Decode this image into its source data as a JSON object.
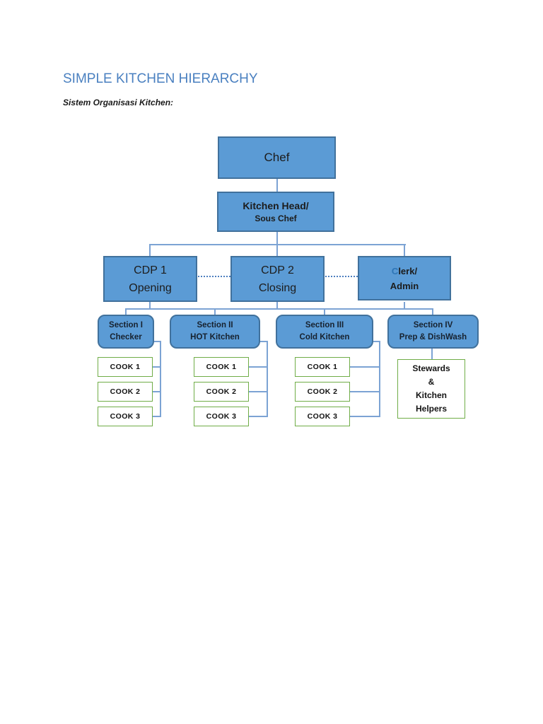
{
  "page": {
    "title": "SIMPLE KITCHEN HIERARCHY",
    "subtitle": "Sistem Organisasi Kitchen:"
  },
  "colors": {
    "node_fill": "#5b9bd5",
    "node_border": "#41719c",
    "cook_border": "#70ad47",
    "connector": "#7ca3d4",
    "title_text": "#4a80c0",
    "clerk_c_text": "#2e75b6"
  },
  "chart": {
    "root": "Chef",
    "kitchen_head": {
      "line1": "Kitchen Head/",
      "line2": "Sous Chef"
    },
    "cdp1": {
      "line1": "CDP 1",
      "line2": "Opening"
    },
    "cdp2": {
      "line1": "CDP 2",
      "line2": "Closing"
    },
    "clerk": {
      "c": "C",
      "line1_rest": "lerk/",
      "line2": "Admin"
    },
    "sections": {
      "s1": {
        "line1": "Section I",
        "line2": "Checker"
      },
      "s2": {
        "line1": "Section II",
        "line2": "HOT Kitchen"
      },
      "s3": {
        "line1": "Section III",
        "line2": "Cold Kitchen"
      },
      "s4": {
        "line1": "Section IV",
        "line2": "Prep & DishWash"
      }
    },
    "cooks": [
      "COOK 1",
      "COOK 2",
      "COOK 3"
    ],
    "stewards": [
      "Stewards",
      "&",
      "Kitchen",
      "Helpers"
    ]
  }
}
